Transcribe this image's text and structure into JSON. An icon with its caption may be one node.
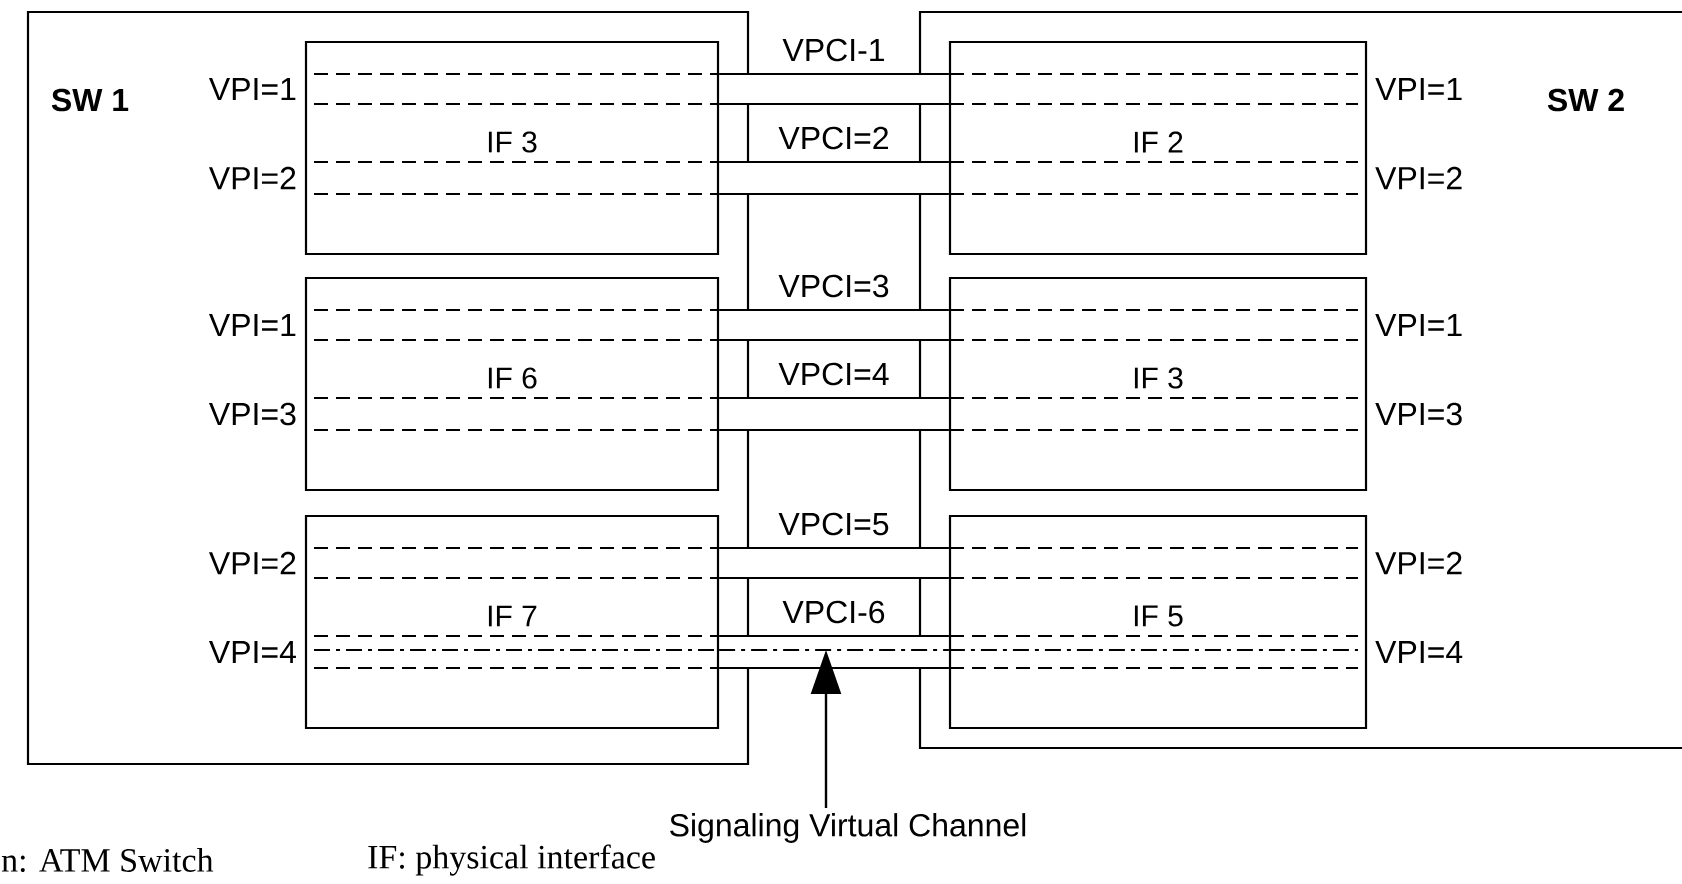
{
  "diagram": {
    "nodes": [
      {
        "text": [
          "SW 1"
        ]
      },
      {
        "text": [
          "IF 3"
        ],
        "in": 0,
        "beside": [
          "VPI=1",
          "VPI=2"
        ]
      },
      {
        "text": [
          "IF 6"
        ],
        "in": 0,
        "beside": [
          "VPI=1",
          "VPI=3"
        ]
      },
      {
        "text": [
          "IF 7"
        ],
        "in": 0,
        "beside": [
          "VPI=2",
          "VPI=4"
        ]
      },
      {
        "text": [
          "SW 2"
        ]
      },
      {
        "text": [
          "IF 2"
        ],
        "in": 4,
        "beside": [
          "VPI=1",
          "VPI=2"
        ]
      },
      {
        "text": [
          "IF 3"
        ],
        "in": 4,
        "beside": [
          "VPI=1",
          "VPI=3"
        ]
      },
      {
        "text": [
          "IF 5"
        ],
        "in": 4,
        "beside": [
          "VPI=2",
          "VPI=4"
        ]
      },
      {
        "text": [
          "Signaling Virtual Channel"
        ]
      }
    ],
    "edges": [
      {
        "from": 1,
        "to": 5,
        "arrow": "none",
        "label": "VPCI-1"
      },
      {
        "from": 1,
        "to": 5,
        "arrow": "none",
        "label": "VPCI=2"
      },
      {
        "from": 2,
        "to": 6,
        "arrow": "none",
        "label": "VPCI=3"
      },
      {
        "from": 2,
        "to": 6,
        "arrow": "none",
        "label": "VPCI=4"
      },
      {
        "from": 3,
        "to": 7,
        "arrow": "none",
        "label": "VPCI=5"
      },
      {
        "from": 3,
        "to": 7,
        "arrow": "none",
        "label": "VPCI-6"
      },
      {
        "from": 8,
        "to": null,
        "arrow": "to"
      },
      {
        "from": 3,
        "to": 7,
        "arrow": "none",
        "style": "dashed"
      }
    ],
    "labels": [
      "n: ATM Switch",
      "IF: physical interface"
    ]
  }
}
